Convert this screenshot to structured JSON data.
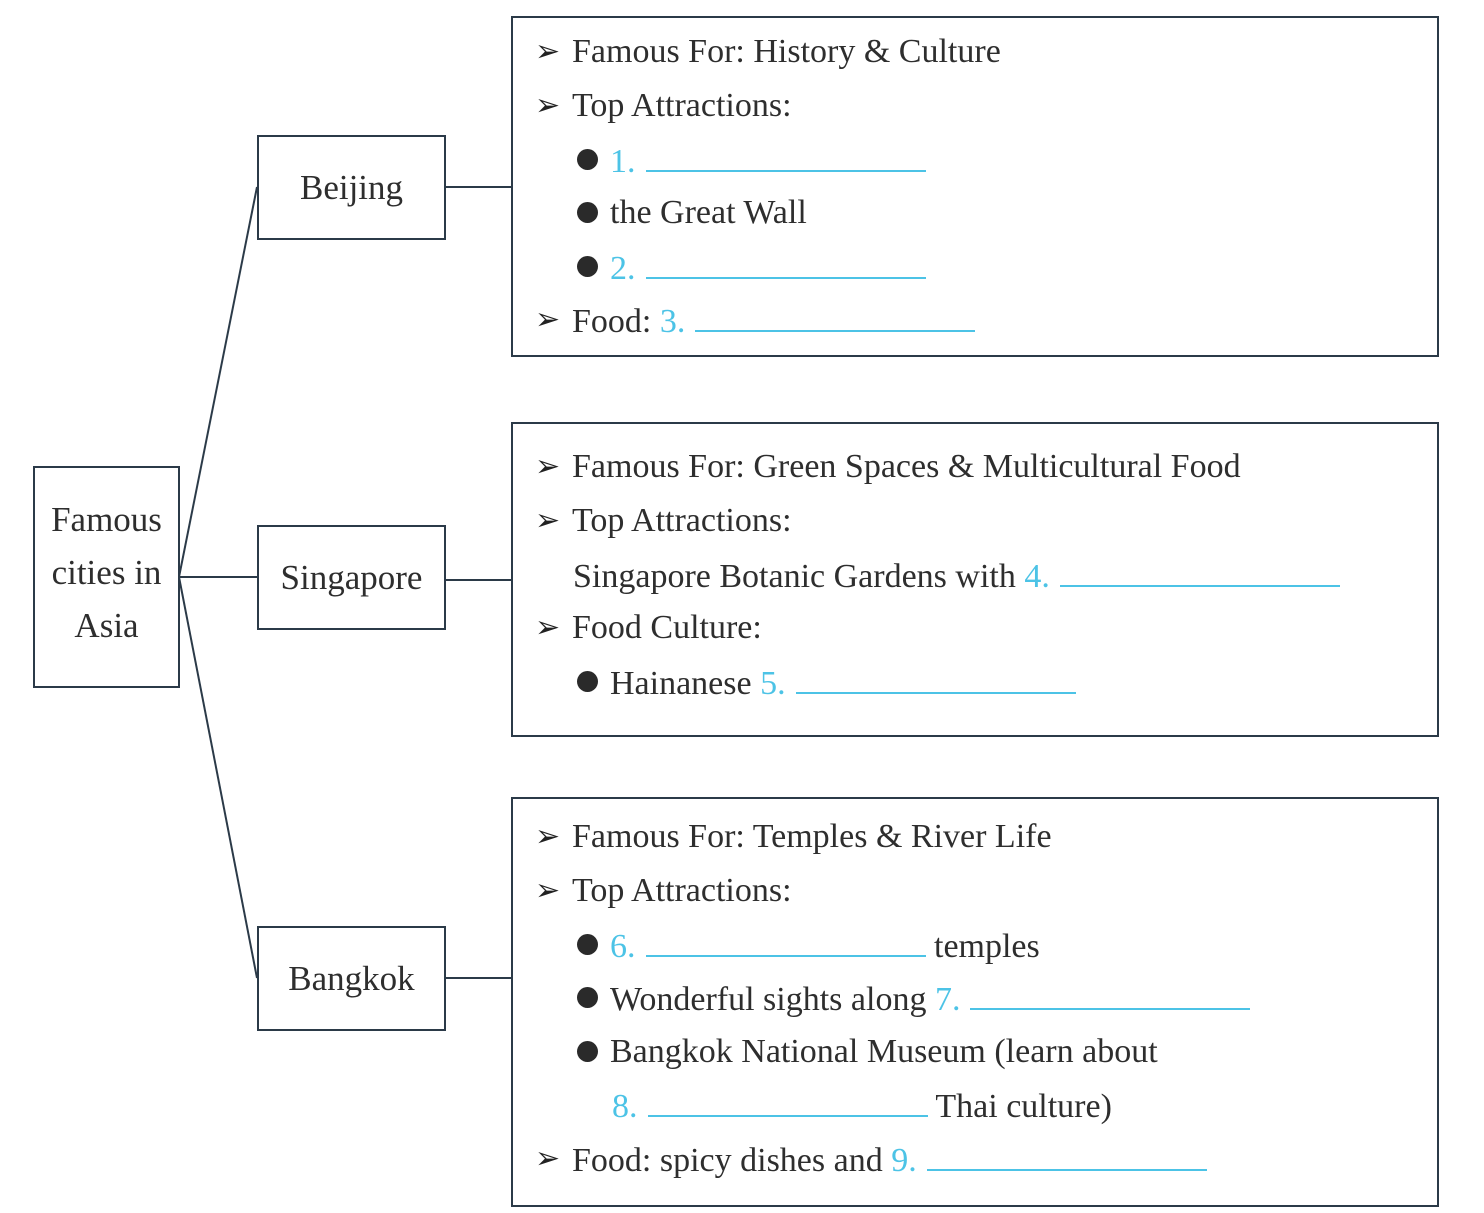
{
  "root": {
    "lines": [
      "Famous",
      "cities in",
      "Asia"
    ]
  },
  "cities": [
    {
      "name": "Beijing",
      "rows": [
        {
          "type": "arrow",
          "segs": [
            {
              "t": "Famous For: History & Culture"
            }
          ]
        },
        {
          "type": "arrow",
          "segs": [
            {
              "t": "Top Attractions:"
            }
          ]
        },
        {
          "type": "bullet",
          "segs": [
            {
              "n": "1."
            }
          ]
        },
        {
          "type": "bullet",
          "segs": [
            {
              "t": "the Great Wall"
            }
          ]
        },
        {
          "type": "bullet",
          "segs": [
            {
              "n": "2."
            }
          ]
        },
        {
          "type": "arrow",
          "segs": [
            {
              "t": "Food: "
            },
            {
              "n": "3."
            }
          ]
        }
      ]
    },
    {
      "name": "Singapore",
      "rows": [
        {
          "type": "arrow",
          "segs": [
            {
              "t": "Famous For: Green Spaces & Multicultural Food"
            }
          ]
        },
        {
          "type": "arrow",
          "segs": [
            {
              "t": "Top Attractions:"
            }
          ]
        },
        {
          "type": "indent",
          "segs": [
            {
              "t": "Singapore Botanic Gardens with "
            },
            {
              "n": "4."
            }
          ]
        },
        {
          "type": "arrow",
          "segs": [
            {
              "t": "Food Culture:"
            }
          ]
        },
        {
          "type": "bullet",
          "segs": [
            {
              "t": "Hainanese "
            },
            {
              "n": "5."
            }
          ]
        }
      ]
    },
    {
      "name": "Bangkok",
      "rows": [
        {
          "type": "arrow",
          "segs": [
            {
              "t": "Famous For: Temples & River Life"
            }
          ]
        },
        {
          "type": "arrow",
          "segs": [
            {
              "t": "Top Attractions:"
            }
          ]
        },
        {
          "type": "bullet",
          "segs": [
            {
              "n": "6."
            },
            {
              "t": " temples"
            }
          ]
        },
        {
          "type": "bullet",
          "segs": [
            {
              "t": "Wonderful sights along "
            },
            {
              "n": "7."
            }
          ]
        },
        {
          "type": "bullet",
          "segs": [
            {
              "t": "Bangkok National Museum (learn about"
            }
          ]
        },
        {
          "type": "indent2",
          "segs": [
            {
              "n": "8."
            },
            {
              "t": " Thai culture)"
            }
          ]
        },
        {
          "type": "arrow",
          "segs": [
            {
              "t": "Food: spicy dishes and "
            },
            {
              "n": "9."
            }
          ]
        }
      ]
    }
  ],
  "colors": {
    "blank": "#4cc3e6",
    "border": "#2b3a48"
  }
}
